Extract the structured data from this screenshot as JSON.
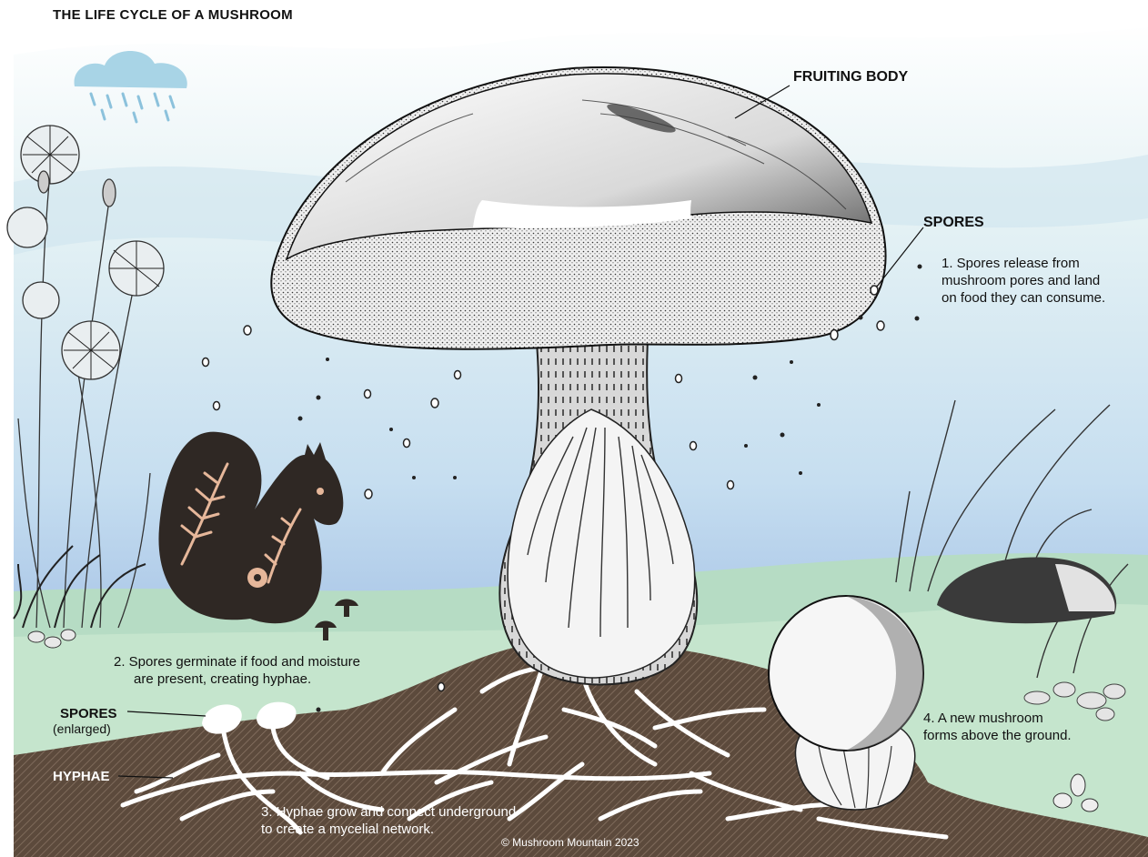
{
  "title": "THE LIFE CYCLE OF A MUSHROOM",
  "labels": {
    "fruiting_body": "FRUITING BODY",
    "spores_top": "SPORES",
    "spores_enlarged": "SPORES",
    "enlarged": "(enlarged)",
    "hyphae": "HYPHAE"
  },
  "steps": {
    "step1": [
      "1. Spores release from",
      "mushroom pores and land",
      "on food they can consume."
    ],
    "step2": [
      "2. Spores germinate if food and moisture",
      "are present, creating hyphae."
    ],
    "step3": [
      "3. Hyphae grow and connect underground",
      "to create a mycelial network."
    ],
    "step4": [
      "4. A new mushroom",
      "forms above the ground."
    ]
  },
  "credit": "© Mushroom Mountain 2023",
  "colors": {
    "sky_top": "#ffffff",
    "sky_mid": "#d6ebf2",
    "sky_low": "#a9c8e8",
    "ground_green": "#b4dcc0",
    "soil": "#5a4638",
    "squirrel": "#2f2824",
    "squirrel_pattern": "#e6b79a",
    "hyphae": "#ffffff"
  },
  "icons": [
    "rain-cloud-icon",
    "squirrel-icon",
    "small-mushrooms-icon",
    "seed-icon"
  ]
}
